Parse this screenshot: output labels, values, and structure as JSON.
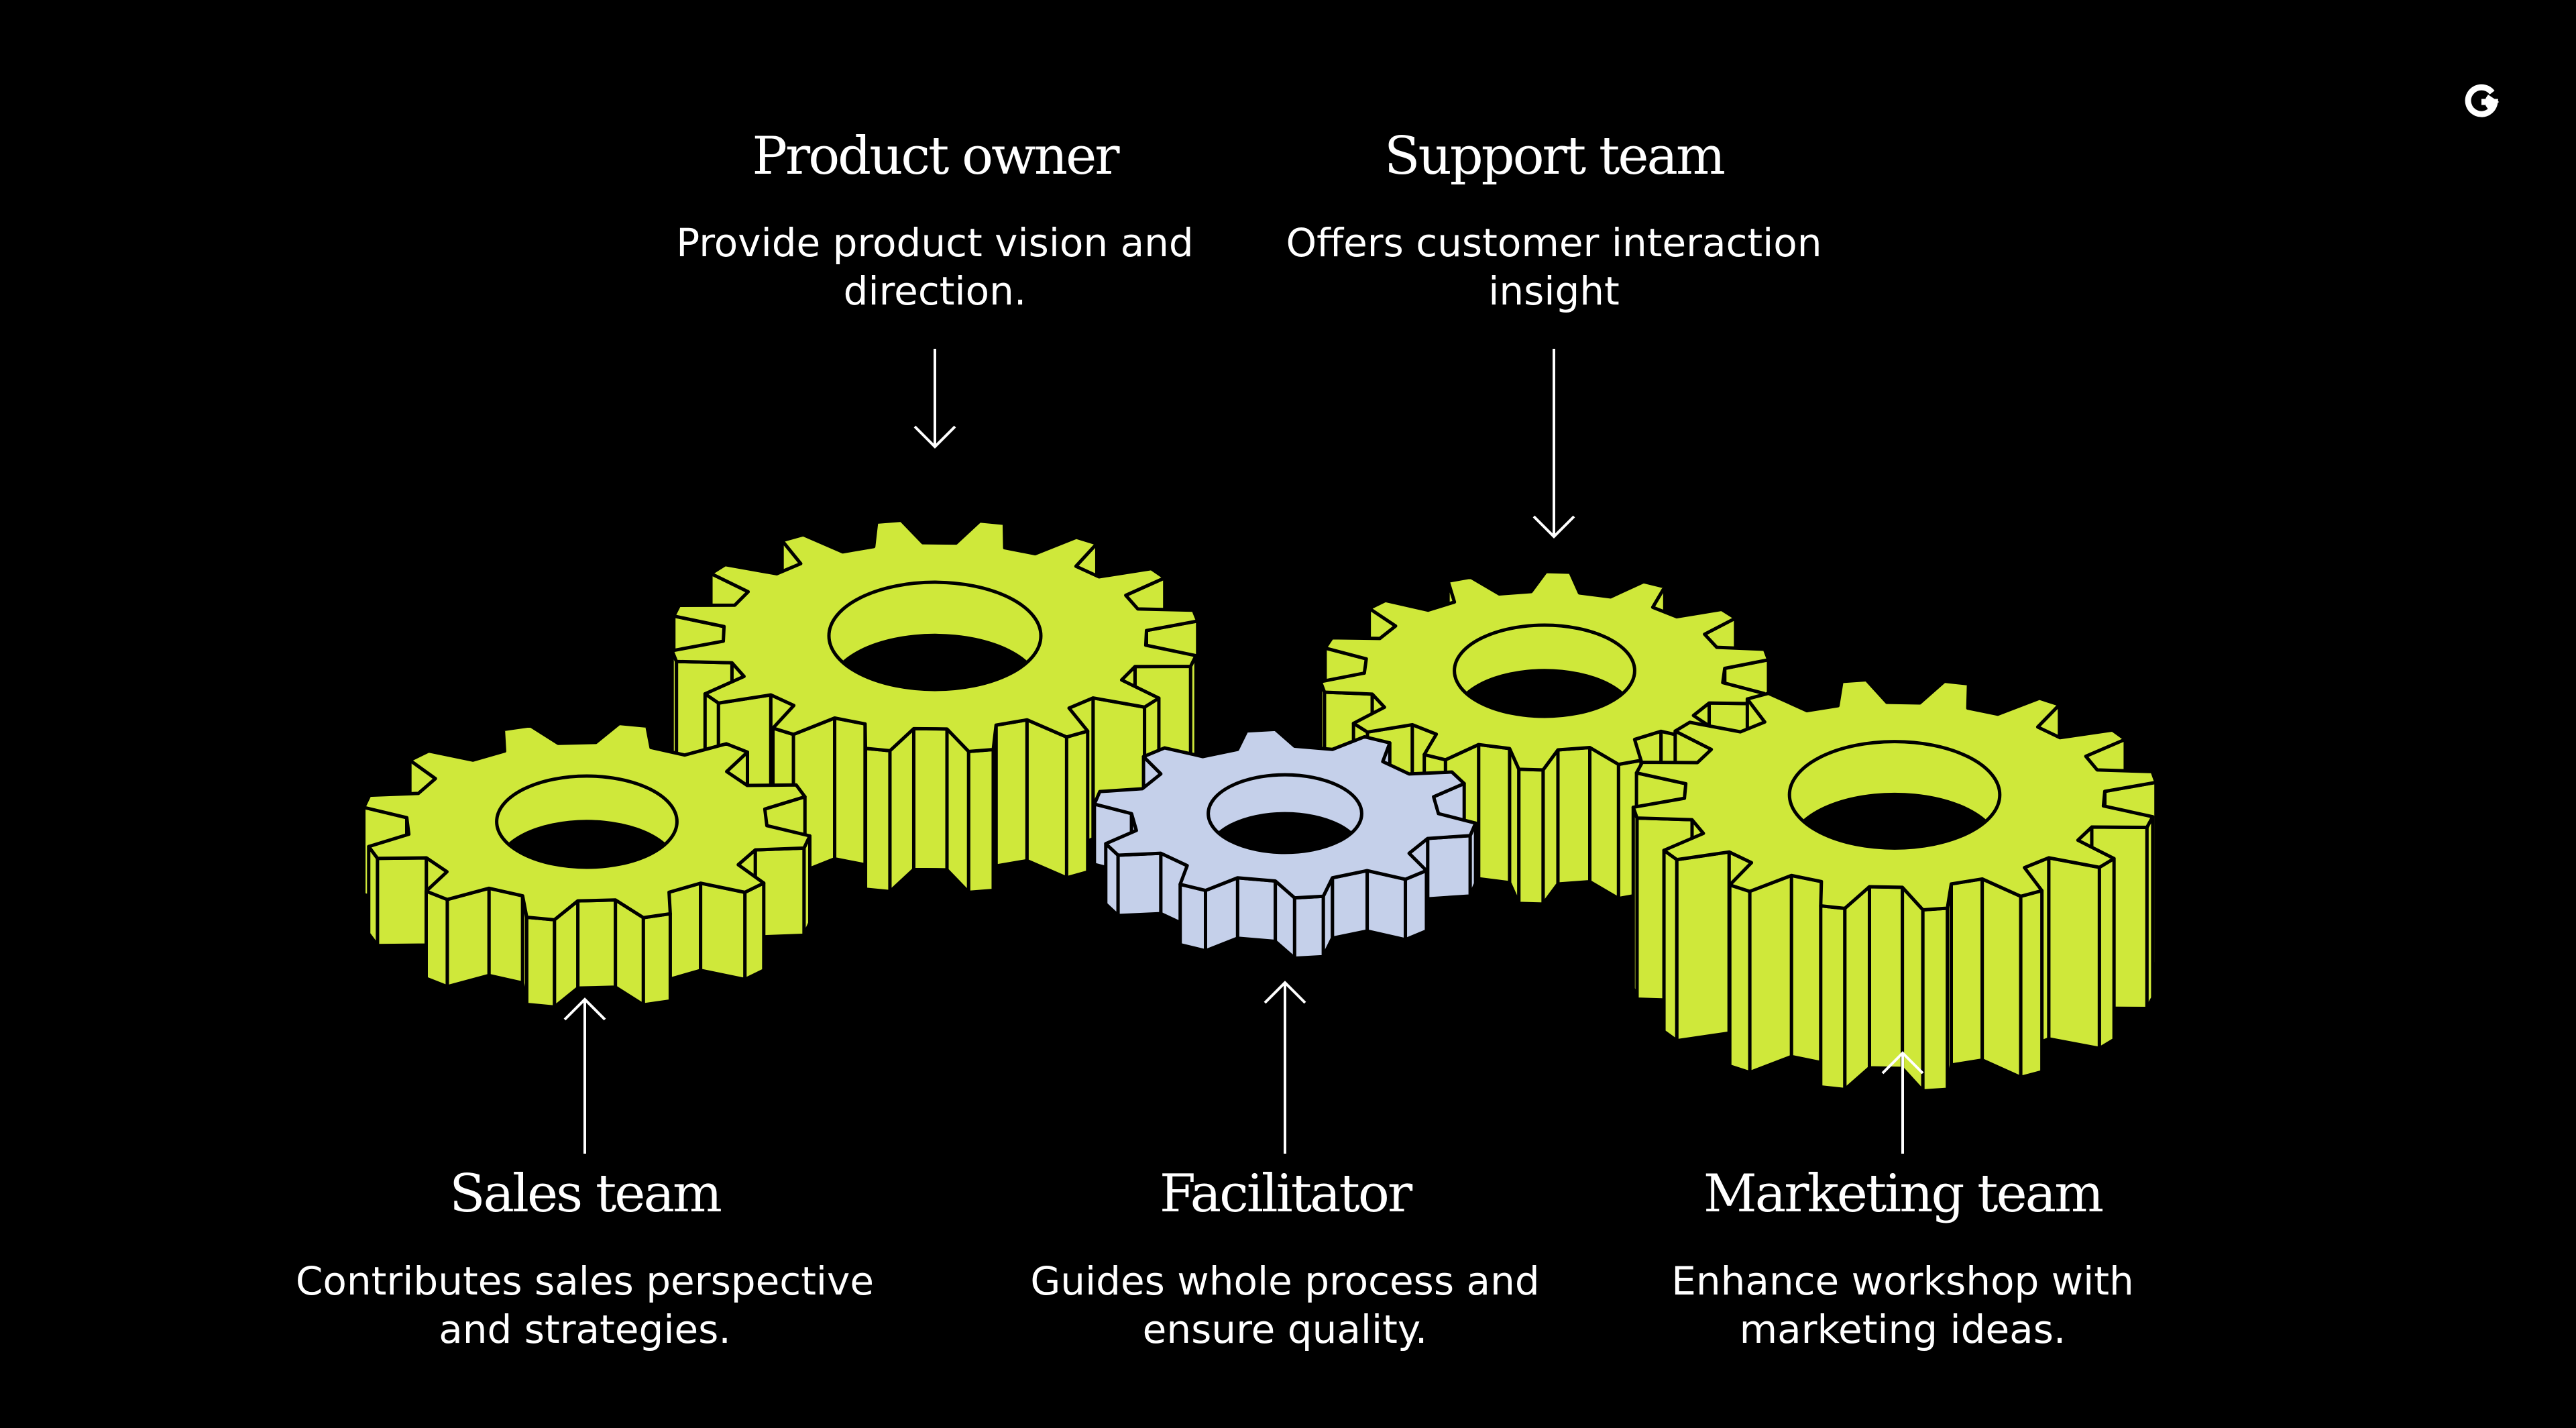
{
  "colors": {
    "background": "#000000",
    "gear_primary": "#cfe83a",
    "gear_facilitator": "#c5d0ea",
    "outline": "#000000",
    "text": "#ffffff"
  },
  "logo": {
    "letter": "G"
  },
  "roles": [
    {
      "id": "product-owner",
      "title": "Product owner",
      "lines": [
        "Provide product vision and",
        "direction."
      ]
    },
    {
      "id": "support-team",
      "title": "Support team",
      "lines": [
        "Offers customer interaction",
        "insight"
      ]
    },
    {
      "id": "sales-team",
      "title": "Sales team",
      "lines": [
        "Contributes sales perspective",
        "and strategies."
      ]
    },
    {
      "id": "facilitator",
      "title": "Facilitator",
      "lines": [
        "Guides whole process and",
        "ensure quality."
      ]
    },
    {
      "id": "marketing-team",
      "title": "Marketing team",
      "lines": [
        "Enhance workshop with",
        "marketing ideas."
      ]
    }
  ]
}
